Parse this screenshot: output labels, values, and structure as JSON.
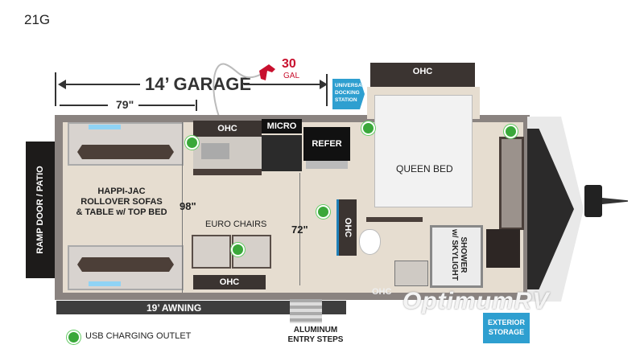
{
  "model": "21G",
  "dimensions": {
    "garage": "14’ GARAGE",
    "garage_sub": "79\"",
    "width": "98\"",
    "aisle": "72\"",
    "awning": "19’ AWNING"
  },
  "fuel": {
    "amount": "30",
    "unit": "GAL",
    "color": "#c8102e"
  },
  "labels": {
    "docking": "UNIVERSAL DOCKING STATION",
    "ohc": "OHC",
    "micro": "MICRO",
    "refer": "REFER",
    "queen_bed": "QUEEN BED",
    "sofas_line1": "HAPPI-JAC",
    "sofas_line2": "ROLLOVER SOFAS",
    "sofas_line3": "& TABLE w/ TOP BED",
    "euro_chairs": "EURO CHAIRS",
    "ramp": "RAMP DOOR / PATIO",
    "shower_line1": "SHOWER",
    "shower_line2": "w/ SKYLIGHT",
    "steps_line1": "ALUMINUM",
    "steps_line2": "ENTRY STEPS",
    "exterior_line1": "EXTERIOR",
    "exterior_line2": "STORAGE"
  },
  "legend": {
    "usb": "USB CHARGING OUTLET",
    "usb_color": "#3aa83a"
  },
  "watermark": "OptimumRV",
  "accent_blue": "#2e9fd0"
}
